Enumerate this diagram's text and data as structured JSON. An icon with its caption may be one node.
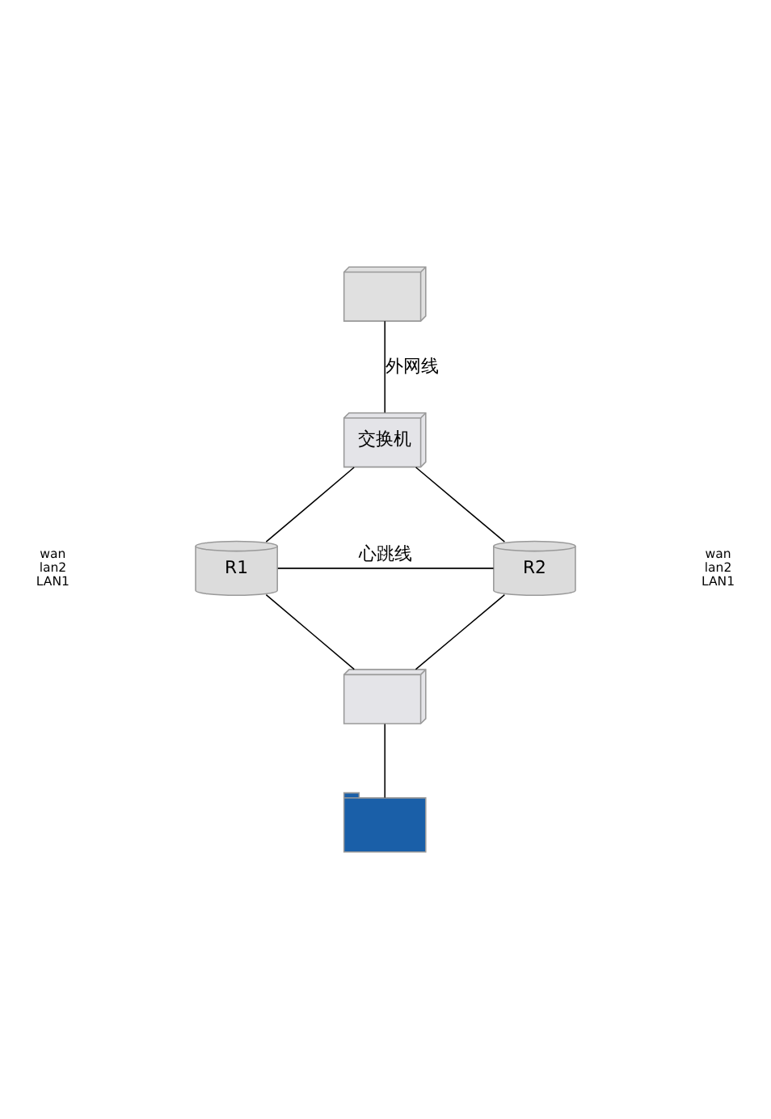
{
  "diagram": {
    "nodes": [
      {
        "text": [],
        "shape": "box"
      },
      {
        "text": [
          "交换机"
        ]
      },
      {
        "text": [
          "R1"
        ],
        "beside": [
          "wan",
          "lan2",
          "LAN1"
        ]
      },
      {
        "text": [
          "R2"
        ],
        "beside": [
          "wan",
          "lan2",
          "LAN1"
        ]
      },
      {
        "text": [],
        "shape": "box"
      },
      {
        "text": [],
        "shape": "computer"
      }
    ],
    "edges": [
      {
        "from": 0,
        "to": 1,
        "arrow": "none",
        "label": "外网线"
      },
      {
        "from": 1,
        "to": 2,
        "arrow": "none"
      },
      {
        "from": 1,
        "to": 3,
        "arrow": "none"
      },
      {
        "from": 2,
        "to": 3,
        "arrow": "none",
        "label": "心跳线"
      },
      {
        "from": 2,
        "to": 4,
        "arrow": "none"
      },
      {
        "from": 3,
        "to": 4,
        "arrow": "none"
      },
      {
        "from": 4,
        "to": 5,
        "arrow": "none"
      }
    ]
  }
}
